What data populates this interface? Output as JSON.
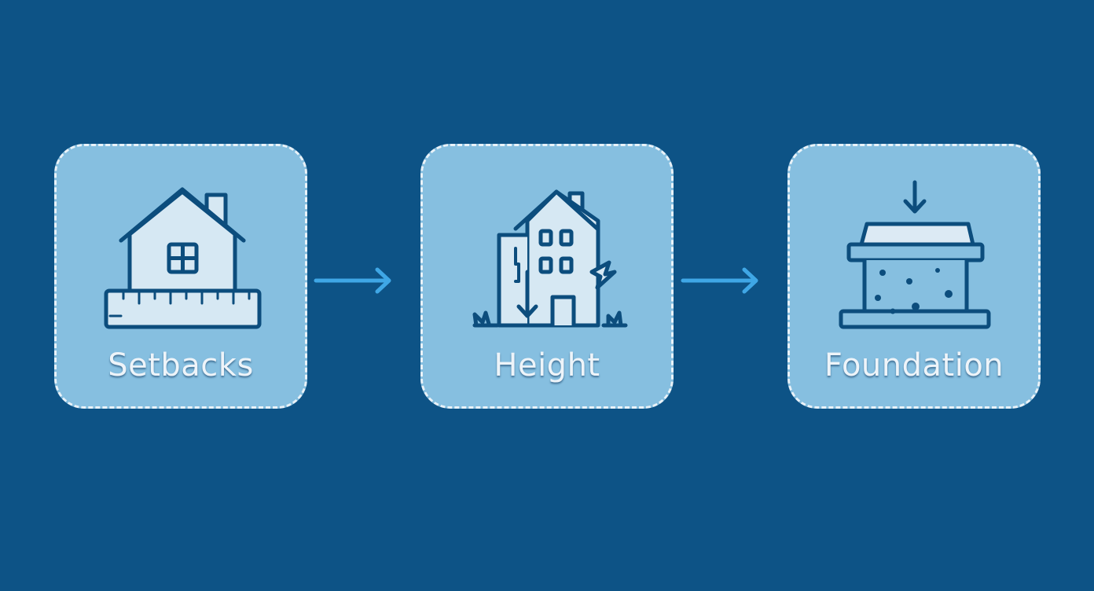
{
  "colors": {
    "background": "#0d5386",
    "card_fill": "#86bfe0",
    "card_border": "#e9f2f8",
    "icon_stroke": "#0c4d7d",
    "icon_fill": "#d6e8f3",
    "arrow": "#3fa7e6",
    "label_text": "#eef4f9"
  },
  "steps": [
    {
      "label": "Setbacks",
      "icon": "house-with-ruler-icon"
    },
    {
      "label": "Height",
      "icon": "tall-building-icon"
    },
    {
      "label": "Foundation",
      "icon": "foundation-block-icon"
    }
  ],
  "connectors": [
    {
      "from": "Setbacks",
      "to": "Height",
      "icon": "arrow-right-icon"
    },
    {
      "from": "Height",
      "to": "Foundation",
      "icon": "arrow-right-icon"
    }
  ]
}
